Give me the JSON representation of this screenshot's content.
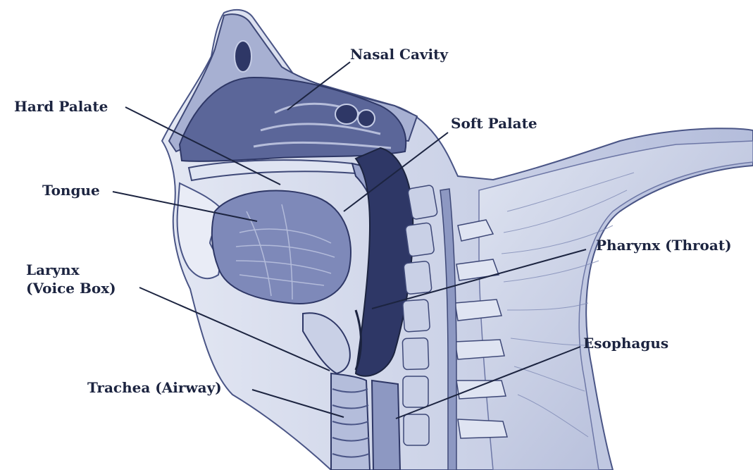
{
  "diagram": {
    "labels": {
      "nasal_cavity": "Nasal Cavity",
      "hard_palate": "Hard Palate",
      "soft_palate": "Soft Palate",
      "tongue": "Tongue",
      "pharynx": "Pharynx (Throat)",
      "larynx_line1": "Larynx",
      "larynx_line2": "(Voice Box)",
      "esophagus": "Esophagus",
      "trachea": "Trachea (Airway)"
    },
    "colors": {
      "ink": "#1c2440",
      "tissue_light": "#c9d0e6",
      "tissue_mid": "#8d98c2",
      "tissue_dark": "#4a5586",
      "cavity_dark": "#2e3766"
    }
  }
}
